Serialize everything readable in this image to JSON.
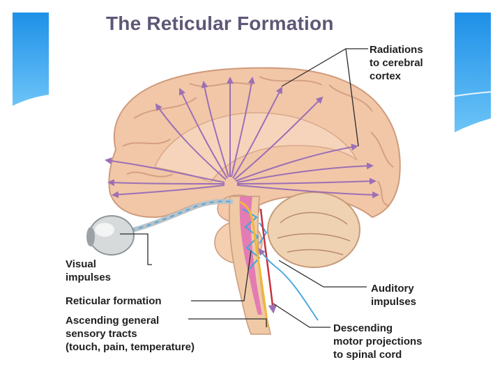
{
  "slide": {
    "title": "The Reticular Formation",
    "labels": {
      "radiations": "Radiations\nto cerebral\ncortex",
      "visual": "Visual\nimpulses",
      "reticular": "Reticular formation",
      "ascending": "Ascending general\nsensory tracts\n(touch, pain, temperature)",
      "auditory": "Auditory\nimpulses",
      "descending": "Descending\nmotor projections\nto spinal cord"
    }
  },
  "colors": {
    "accent_blue": "#2f9bea",
    "title": "#5f5776",
    "brain": "#f1c7a8",
    "arrows": "#9c6fb5"
  },
  "icons": {
    "deco_left": "blue-slide-tab",
    "deco_right": "blue-slide-tab",
    "eye": "eyeball-illustration"
  }
}
